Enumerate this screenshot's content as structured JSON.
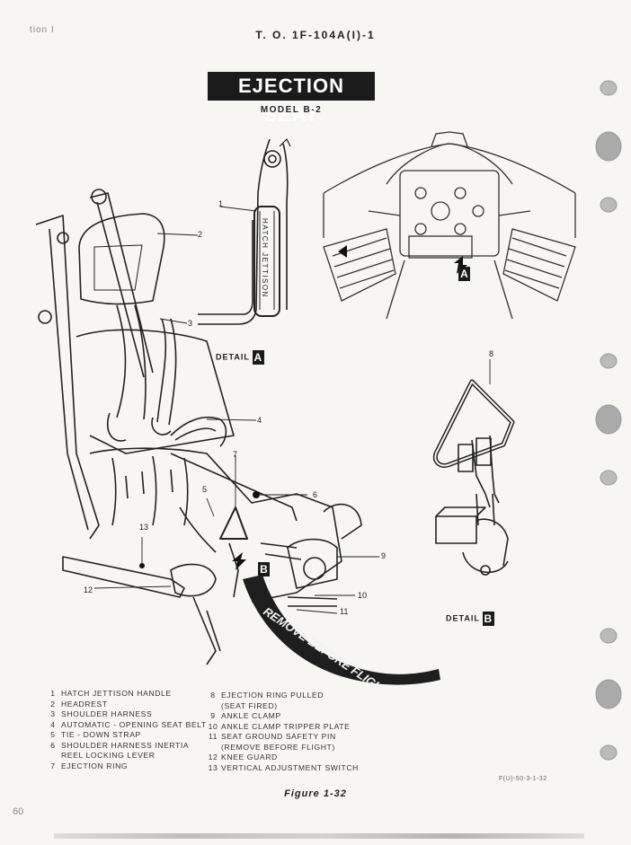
{
  "header": {
    "section": "tion I",
    "doc_number": "T. O. 1F-104A(I)-1"
  },
  "title": "EJECTION SEAT",
  "subtitle": "MODEL B-2",
  "detail_a": {
    "label": "DETAIL",
    "letter": "A",
    "handle_text": "HATCH JETTISON"
  },
  "detail_b": {
    "label": "DETAIL",
    "letter": "B"
  },
  "callouts": {
    "a_marker": "A",
    "b_marker": "B",
    "streamer": "REMOVE BEFORE FLIGHT",
    "numbers": [
      "1",
      "2",
      "3",
      "4",
      "5",
      "6",
      "7",
      "8",
      "9",
      "10",
      "11",
      "12",
      "13"
    ]
  },
  "legend_left": [
    {
      "num": "1",
      "text": "HATCH JETTISON HANDLE"
    },
    {
      "num": "2",
      "text": "HEADREST"
    },
    {
      "num": "3",
      "text": "SHOULDER HARNESS"
    },
    {
      "num": "4",
      "text": "AUTOMATIC - OPENING SEAT BELT"
    },
    {
      "num": "5",
      "text": "TIE - DOWN STRAP"
    },
    {
      "num": "6",
      "text": "SHOULDER HARNESS INERTIA"
    },
    {
      "num": "",
      "text": "REEL LOCKING LEVER"
    },
    {
      "num": "7",
      "text": "EJECTION RING"
    }
  ],
  "legend_right": [
    {
      "num": "8",
      "text": "EJECTION RING PULLED"
    },
    {
      "num": "",
      "text": "(SEAT FIRED)"
    },
    {
      "num": "9",
      "text": "ANKLE CLAMP"
    },
    {
      "num": "10",
      "text": "ANKLE CLAMP TRIPPER PLATE"
    },
    {
      "num": "11",
      "text": "SEAT GROUND SAFETY PIN"
    },
    {
      "num": "",
      "text": "(REMOVE BEFORE FLIGHT)"
    },
    {
      "num": "12",
      "text": "KNEE GUARD"
    },
    {
      "num": "13",
      "text": "VERTICAL ADJUSTMENT SWITCH"
    }
  ],
  "figure_code": "F(U)-50-3-1-32",
  "figure_caption": "Figure 1-32",
  "page_number": "60"
}
